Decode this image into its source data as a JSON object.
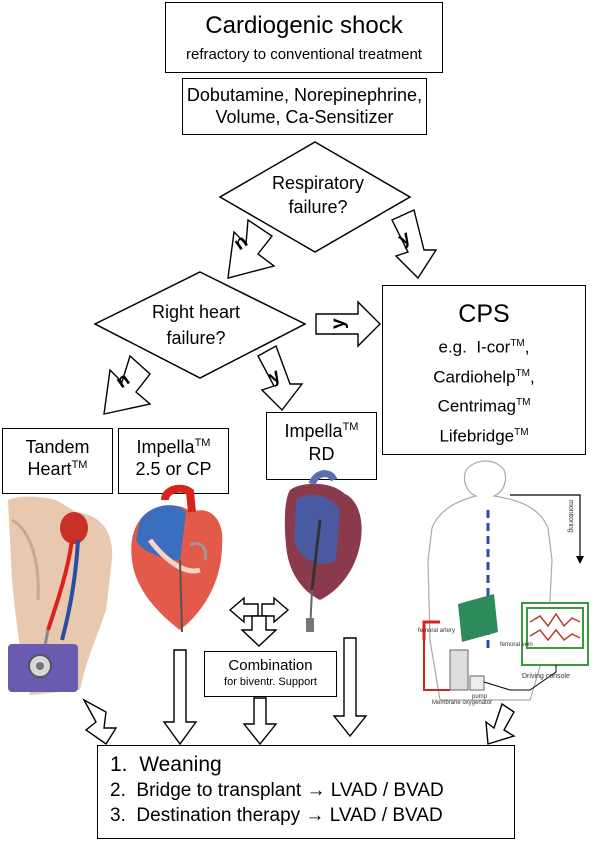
{
  "title_box": {
    "title": "Cardiogenic shock",
    "subtitle": "refractory to conventional treatment"
  },
  "drugs_box": {
    "line1": "Dobutamine, Norepinephrine,",
    "line2": "Volume, Ca-Sensitizer"
  },
  "decision1": {
    "line1": "Respiratory",
    "line2": "failure?"
  },
  "decision2": {
    "line1": "Right heart",
    "line2": "failure?"
  },
  "arrow_labels": {
    "no": "n",
    "yes": "y"
  },
  "cps_box": {
    "title": "CPS",
    "eg": "e.g.",
    "items": [
      {
        "name": "I-cor",
        "tm": "TM",
        "suffix": ","
      },
      {
        "name": "Cardiohelp",
        "tm": "TM",
        "suffix": ","
      },
      {
        "name": "Centrimag",
        "tm": "TM",
        "suffix": ""
      },
      {
        "name": "Lifebridge",
        "tm": "TM",
        "suffix": ""
      }
    ]
  },
  "tandem_box": {
    "line1": "Tandem",
    "line2": "Heart",
    "tm": "TM"
  },
  "impella_box": {
    "line1": "Impella",
    "tm": "TM",
    "line2": "2.5 or CP"
  },
  "impella_rd_box": {
    "line1": "Impella",
    "tm": "TM",
    "line2": "RD"
  },
  "combination_box": {
    "title": "Combination",
    "subtitle": "for biventr. Support"
  },
  "cps_figure_labels": {
    "monitoring": "monitoring",
    "driving_console": "Driving console",
    "femoral_artery": "femoral artery",
    "femoral_vein": "femoral vein",
    "pump": "pump",
    "membrane_oxygenator": "Membrane oxygenator"
  },
  "outcomes": {
    "items": [
      {
        "num": "1.",
        "text": "Weaning",
        "target": ""
      },
      {
        "num": "2.",
        "text": "Bridge to transplant",
        "arrow": "→",
        "target": "LVAD / BVAD"
      },
      {
        "num": "3.",
        "text": "Destination therapy",
        "arrow": "→",
        "target": "LVAD / BVAD"
      }
    ]
  },
  "colors": {
    "artery_red": "#d8231c",
    "vein_blue": "#2b4fa0",
    "skin": "#e9c8b0",
    "console_green": "#3c9a3c"
  }
}
